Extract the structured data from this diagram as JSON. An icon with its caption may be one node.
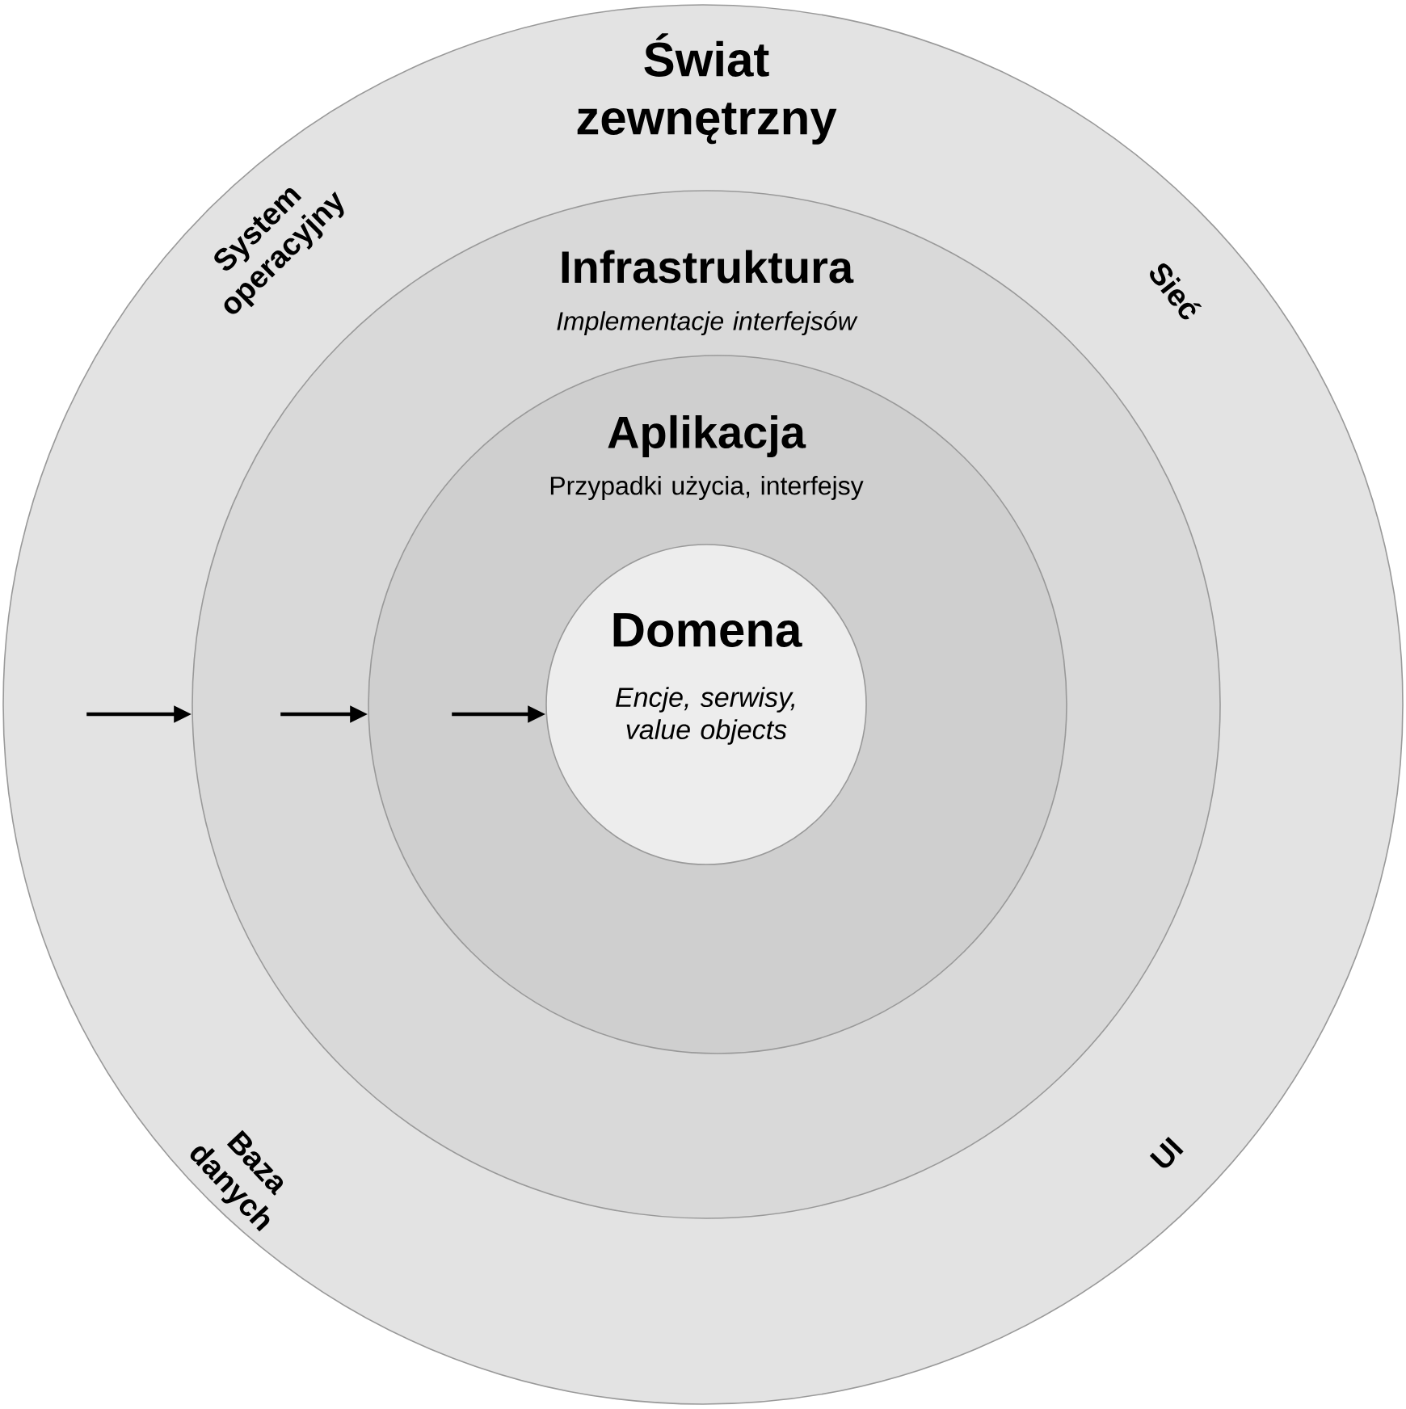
{
  "diagram": {
    "nodes": [
      {
        "text": [
          "Świat zewnętrzny",
          "System operacyjny",
          "Sieć",
          "Baza danych",
          "UI"
        ]
      },
      {
        "text": [
          "Infrastruktura",
          "Implementacje interfejsów"
        ],
        "in": 0
      },
      {
        "text": [
          "Aplikacja",
          "Przypadki użycia, interfejsy"
        ],
        "in": 1
      },
      {
        "text": [
          "Domena",
          "Encje, serwisy, value objects"
        ],
        "in": 2
      }
    ],
    "edges": [
      {
        "from": 0,
        "to": 1,
        "arrow": "to"
      },
      {
        "from": 1,
        "to": 2,
        "arrow": "to"
      },
      {
        "from": 2,
        "to": 3,
        "arrow": "to"
      }
    ]
  }
}
